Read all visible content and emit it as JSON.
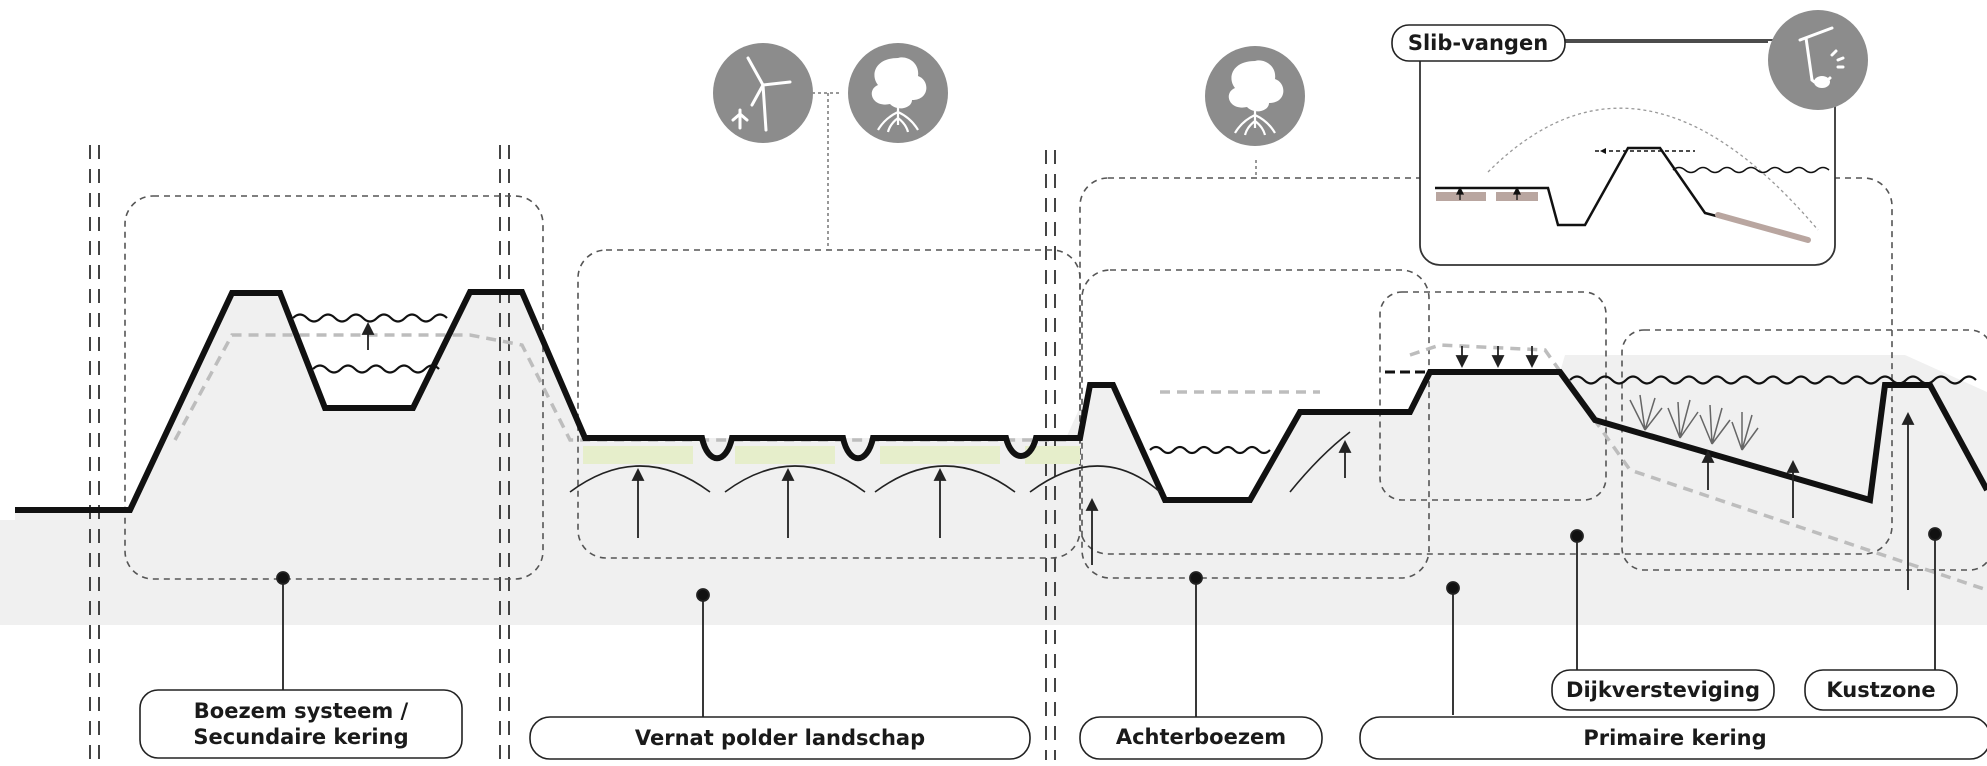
{
  "labels": {
    "boezem_line1": "Boezem systeem /",
    "boezem_line2": "Secundaire kering",
    "vernat": "Vernat polder landschap",
    "achterboezem": "Achterboezem",
    "primaire": "Primaire kering",
    "dijkversteviging": "Dijkversteviging",
    "kustzone": "Kustzone",
    "slib": "Slib-vangen"
  },
  "icons": [
    "wind-turbine-icon",
    "mangrove-tree-icon",
    "mangrove-tree-icon",
    "sediment-scoop-icon"
  ],
  "colors": {
    "line": "#111111",
    "ground": "#f0f0f0",
    "vegetation": "#e6eecb",
    "icon_circle": "#8c8c8c",
    "silt": "#b9a6a0",
    "dashed": "#555555"
  }
}
